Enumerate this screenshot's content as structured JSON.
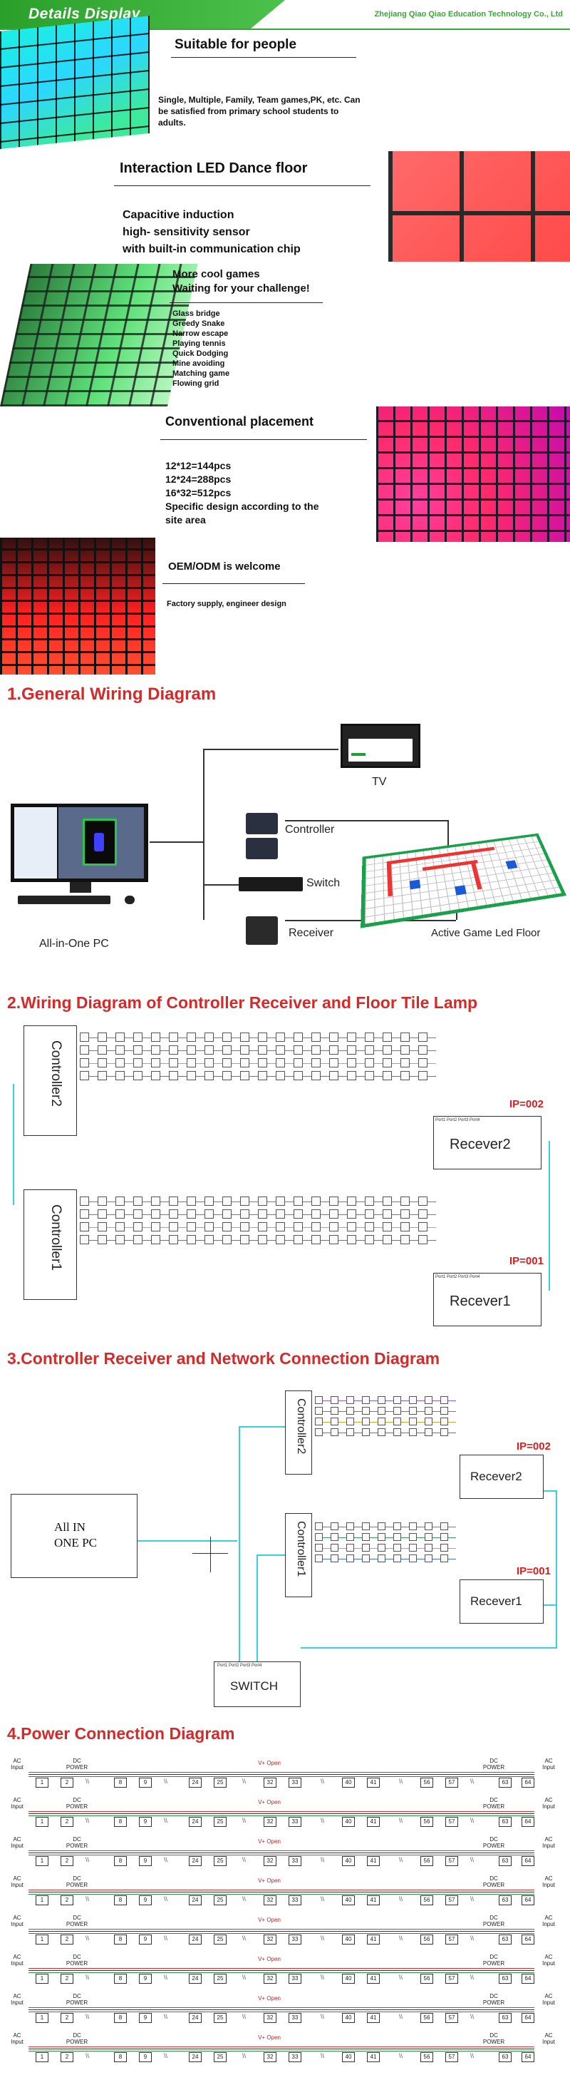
{
  "header": {
    "title": "Details Display",
    "company": "Zhejiang Qiao Qiao Education Technology Co., Ltd"
  },
  "sections": {
    "suitable": {
      "title": "Suitable for people",
      "body": "Single, Multiple, Family, Team games,PK, etc. Can be satisfied from primary school students to adults."
    },
    "interaction": {
      "title": "Interaction LED Dance floor",
      "lines": [
        "Capacitive induction",
        "high- sensitivity sensor",
        "with built-in communication chip"
      ]
    },
    "games": {
      "title_lines": [
        "More cool games",
        "Waiting for your challenge!"
      ],
      "list": [
        "Glass bridge",
        "Greedy Snake",
        "Narrow escape",
        "Playing tennis",
        "Quick Dodging",
        "Mine avoiding",
        "Matching game",
        "Flowing grid"
      ]
    },
    "placement": {
      "title": "Conventional placement",
      "lines": [
        "12*12=144pcs",
        "12*24=288pcs",
        "16*32=512pcs",
        "Specific design according to the",
        "site area"
      ]
    },
    "oem": {
      "title": "OEM/ODM is welcome",
      "body": "Factory supply, engineer design"
    }
  },
  "diagram1": {
    "title": "1.General Wiring Diagram",
    "tv": "TV",
    "controller": "Controller",
    "switch": "Switch",
    "receiver": "Receiver",
    "pc": "All-in-One PC",
    "floor": "Active Game Led Floor"
  },
  "diagram2": {
    "title": "2.Wiring Diagram of Controller Receiver and Floor Tile Lamp",
    "controller2": "Controller2",
    "controller1": "Controller1",
    "receiver2": "Recever2",
    "receiver1": "Recever1",
    "ip2": "IP=002",
    "ip1": "IP=001",
    "ports": "Port1  Port2  Port3  Port4"
  },
  "diagram3": {
    "title": "3.Controller Receiver and Network Connection Diagram",
    "pc": "All IN\nONE PC",
    "controller2": "Controller2",
    "controller1": "Controller1",
    "receiver2": "Recever2",
    "receiver1": "Recever1",
    "ip2": "IP=002",
    "ip1": "IP=001",
    "switch": "SWITCH",
    "ports": "Port1 Port2 Port3 Port4"
  },
  "diagram4": {
    "title": "4.Power Connection Diagram",
    "ac_input": "AC Input",
    "dc_power": "DC POWER",
    "v_open": "V+ Open",
    "tile_numbers": [
      "1",
      "2",
      "8",
      "9",
      "24",
      "25",
      "32",
      "33",
      "40",
      "41",
      "56",
      "57",
      "63",
      "64"
    ]
  }
}
